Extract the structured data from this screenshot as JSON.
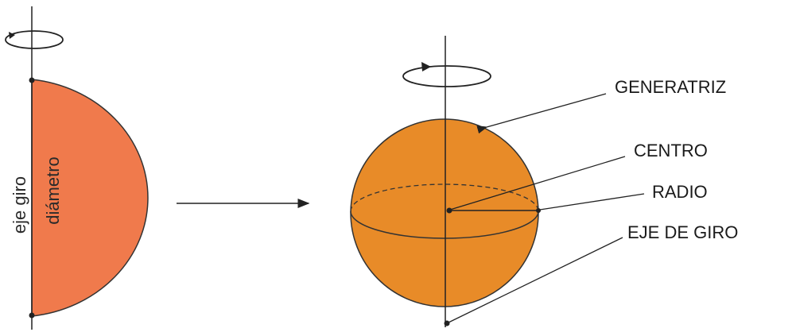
{
  "left_figure": {
    "axis_label": "eje giro",
    "diameter_label": "diámetro",
    "shape": "semicircle",
    "fill_color": "#F07A4C"
  },
  "right_figure": {
    "shape": "sphere",
    "fill_color": "#E88B28",
    "labels": {
      "generatrix": "GENERATRIZ",
      "center": "CENTRO",
      "radius": "RADIO",
      "axis": "EJE DE GIRO"
    }
  },
  "colors": {
    "line": "#222222",
    "semicircle": "#F07A4C",
    "sphere": "#E88B28"
  },
  "icons": {
    "rotation": "rotation-arrow-icon",
    "transform": "right-arrow-icon"
  }
}
